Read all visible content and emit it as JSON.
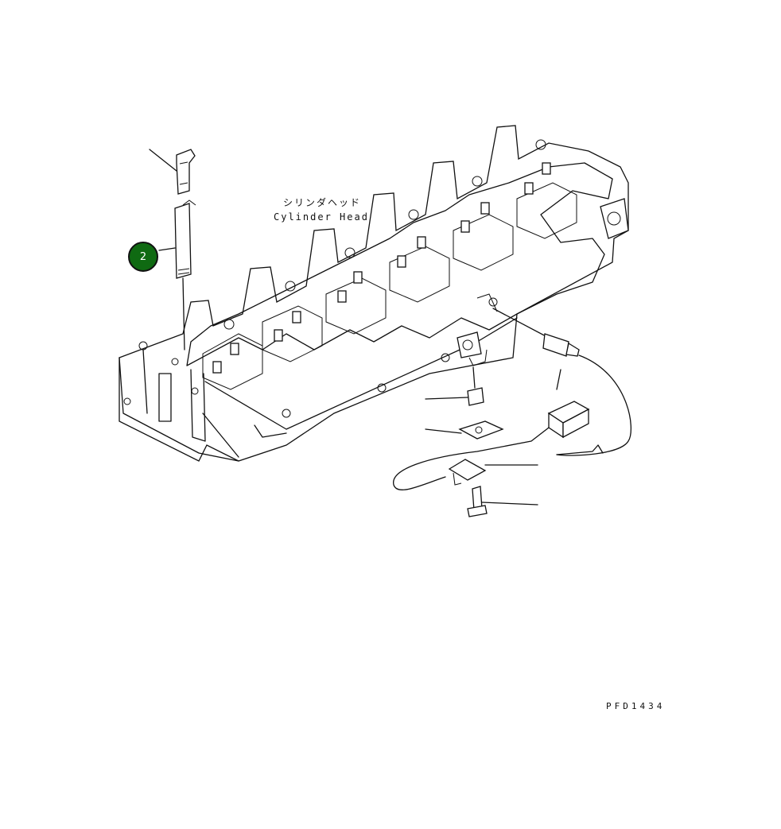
{
  "diagram": {
    "part_label_jp": "シリンダヘッド",
    "part_label_en": "Cylinder Head",
    "callouts": [
      {
        "number": "2",
        "color": "#0f6a12"
      }
    ],
    "drawing_number": "PFD1434"
  }
}
